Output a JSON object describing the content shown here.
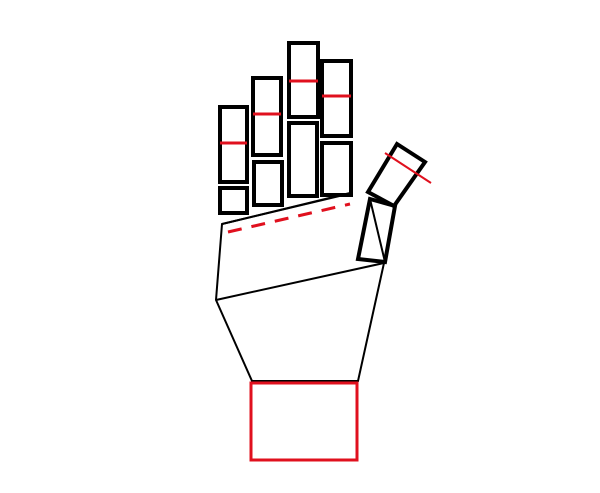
{
  "colors": {
    "outline": "#000000",
    "guide": "#e0101e",
    "background": "#ffffff"
  },
  "parts": {
    "fingers": [
      "index",
      "middle",
      "ring",
      "pinky"
    ],
    "thumb": "thumb",
    "palm": "palm",
    "wrist": "wrist"
  }
}
